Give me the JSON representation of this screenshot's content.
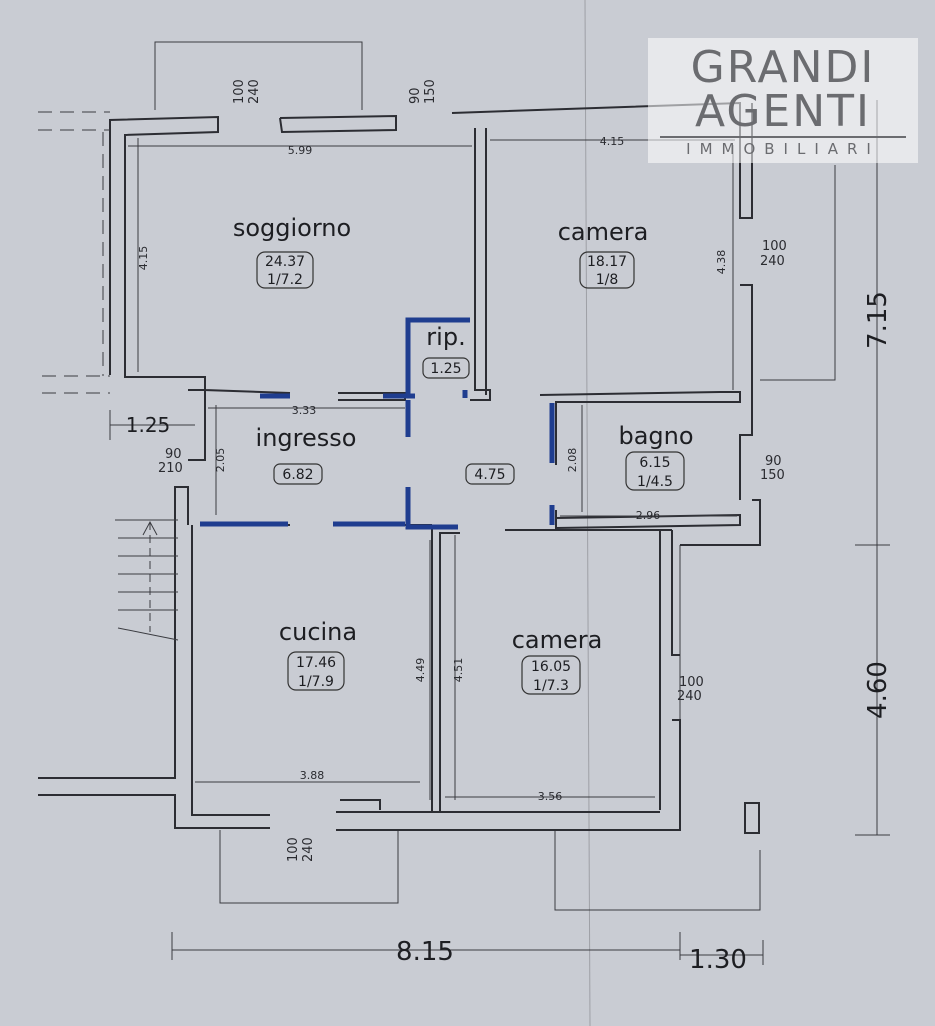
{
  "logo": {
    "line1": "GRANDI",
    "line2": "AGENTI",
    "line3": "IMMOBILIARI"
  },
  "rooms": {
    "soggiorno": {
      "name": "soggiorno",
      "area": "24.37",
      "ratio": "1/7.2"
    },
    "camera_top": {
      "name": "camera",
      "area": "18.17",
      "ratio": "1/8"
    },
    "rip": {
      "name": "rip.",
      "area": "1.25"
    },
    "ingresso": {
      "name": "ingresso",
      "area": "6.82"
    },
    "disimpegno": {
      "area": "4.75"
    },
    "bagno": {
      "name": "bagno",
      "area": "6.15",
      "ratio": "1/4.5"
    },
    "cucina": {
      "name": "cucina",
      "area": "17.46",
      "ratio": "1/7.9"
    },
    "camera_bottom": {
      "name": "camera",
      "area": "16.05",
      "ratio": "1/7.3"
    }
  },
  "dimensions": {
    "soggiorno_width": "5.99",
    "soggiorno_height": "4.15",
    "camera_top_width": "4.15",
    "camera_top_height": "4.38",
    "ingresso_width": "3.33",
    "ingresso_height": "2.05",
    "bagno_height": "2.08",
    "bagno_width": "2.96",
    "cucina_height": "4.49",
    "cucina_width": "3.88",
    "camera_bottom_height": "4.51",
    "camera_bottom_width": "3.56",
    "step": "1.25",
    "total_width": "8.15",
    "extra_width": "1.30",
    "total_height_top": "7.15",
    "total_height_bottom": "4.60"
  },
  "windows": {
    "top_left": {
      "w": "100",
      "h": "240"
    },
    "top_mid": {
      "w": "90",
      "h": "150"
    },
    "right_camera": {
      "w": "100",
      "h": "240"
    },
    "left_ingresso": {
      "w": "90",
      "h": "210"
    },
    "right_bagno": {
      "w": "90",
      "h": "150"
    },
    "right_camera_bottom": {
      "w": "100",
      "h": "240"
    },
    "bottom_cucina": {
      "w": "100",
      "h": "240"
    }
  },
  "colors": {
    "paper": "#c9ccd3",
    "walls": "#2c2d33",
    "blue_marks": "#1f3d8f"
  }
}
